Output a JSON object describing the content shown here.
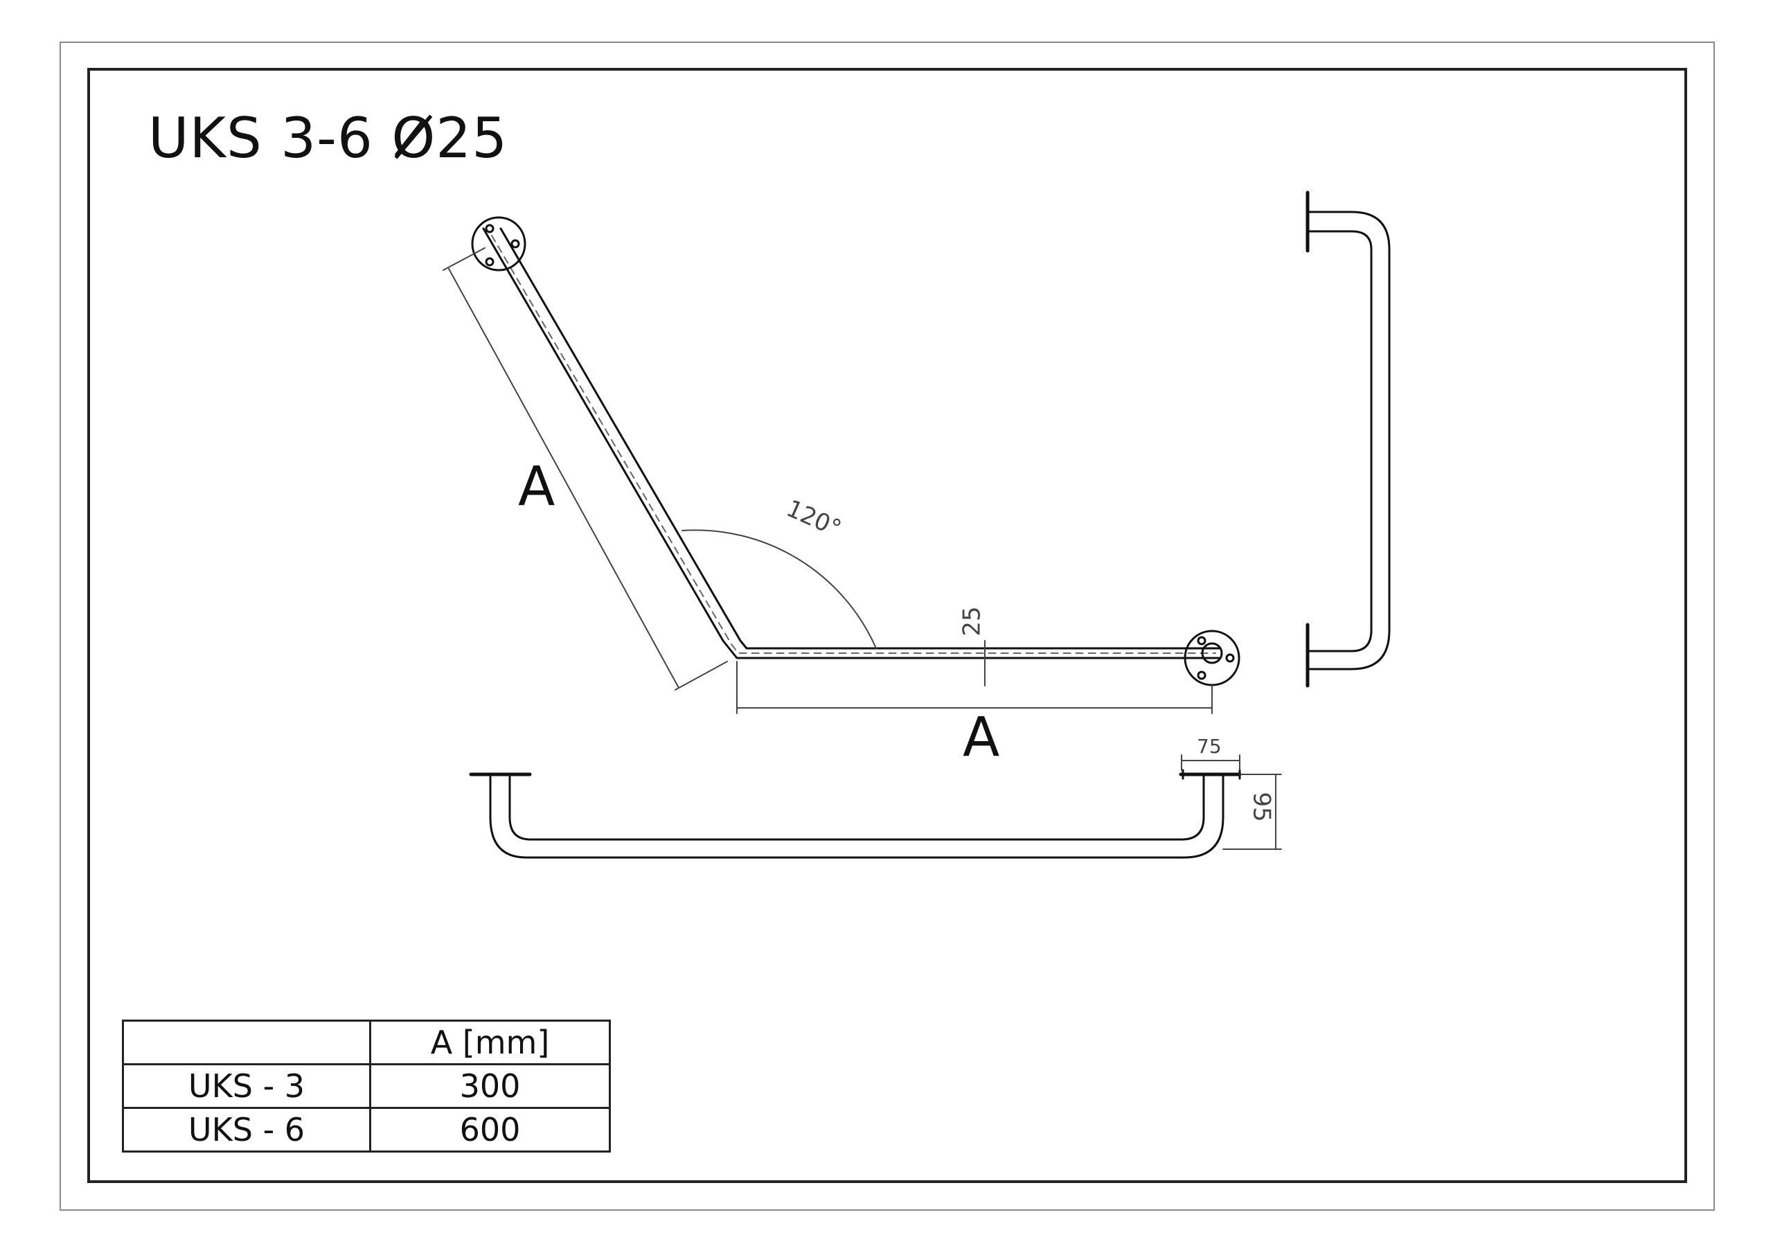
{
  "title": {
    "model": "UKS 3-6",
    "diameter_symbol": "Ø",
    "diameter_value": "25"
  },
  "labels": {
    "dim_a_diagonal": "A",
    "dim_a_horizontal": "A"
  },
  "dimensions": {
    "angle": "120°",
    "tube_diameter": "25",
    "plate_offset": "75",
    "depth": "95"
  },
  "table": {
    "header": [
      "",
      "A [mm]"
    ],
    "rows": [
      {
        "model": "UKS - 3",
        "a_value": "300"
      },
      {
        "model": "UKS - 6",
        "a_value": "600"
      }
    ]
  }
}
